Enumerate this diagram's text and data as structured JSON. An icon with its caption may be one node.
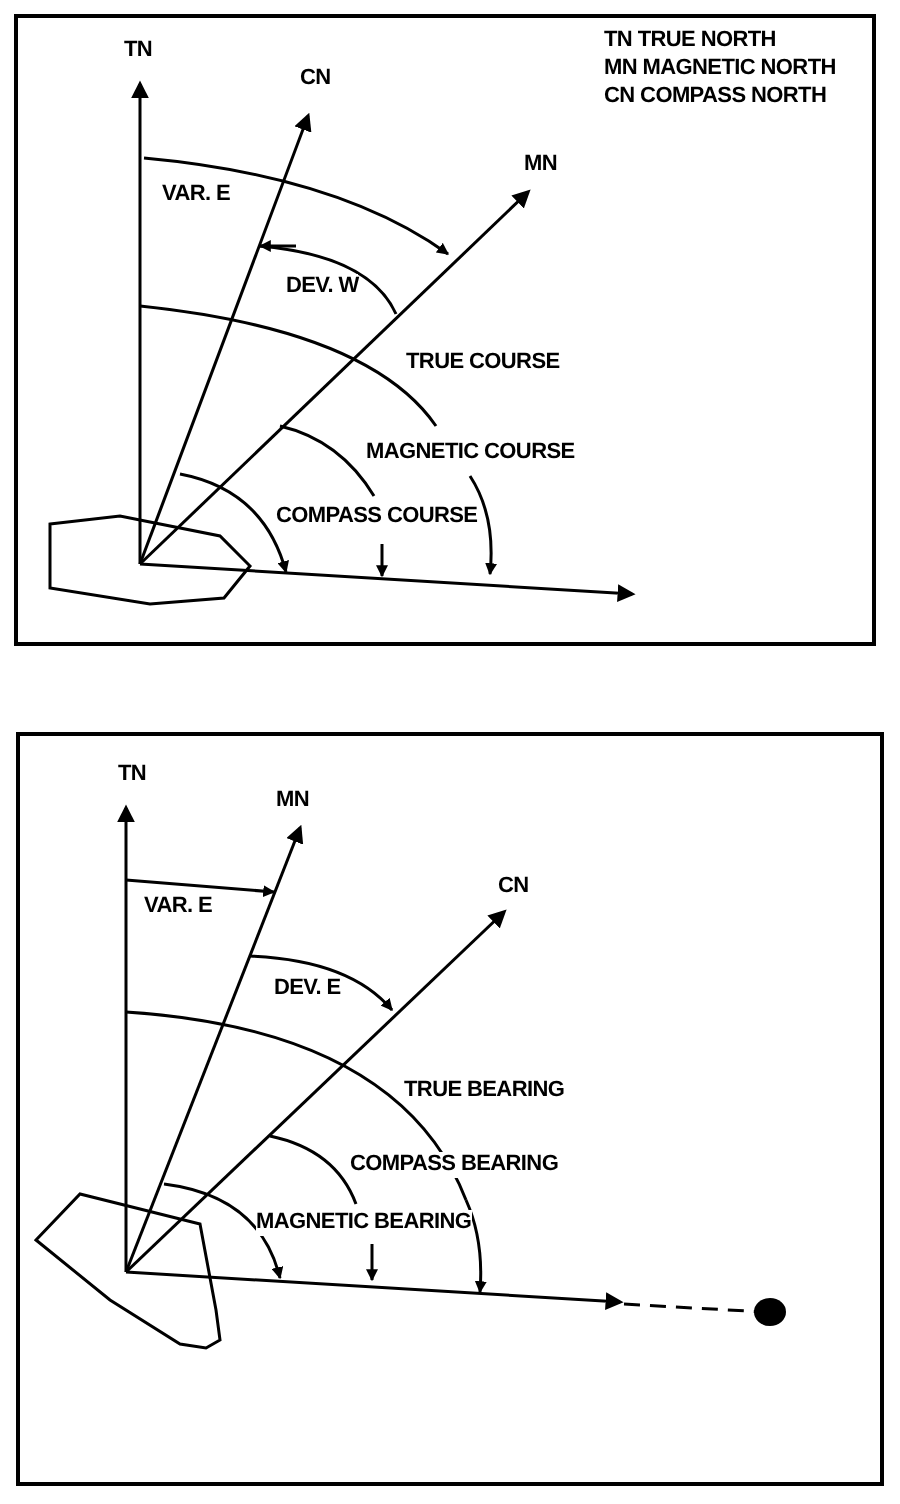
{
  "diagram": {
    "labels": [
      "TN",
      "TN TRUE NORTH",
      "MN MAGNETIC NORTH",
      "CN COMPASS NORTH",
      "CN",
      "MN",
      "VAR. E",
      "DEV. W",
      "TRUE COURSE",
      "MAGNETIC COURSE",
      "COMPASS COURSE",
      "TN",
      "MN",
      "CN",
      "VAR. E",
      "DEV. E",
      "TRUE BEARING",
      "COMPASS BEARING",
      "MAGNETIC BEARING"
    ]
  }
}
